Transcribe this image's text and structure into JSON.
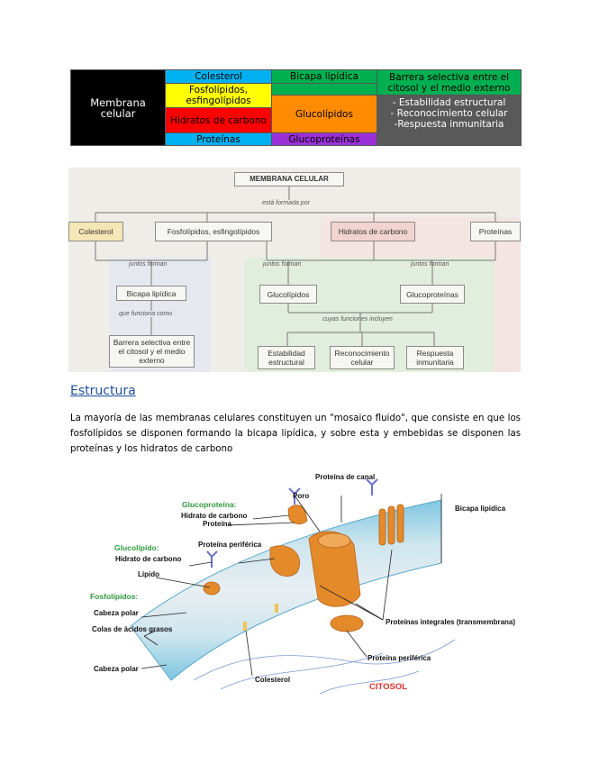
{
  "table": {
    "membrane_label": "Membrana celular",
    "components": {
      "colesterol": "Colesterol",
      "fosfolipidos": "Fosfolípidos, esfingolípidos",
      "hidratos": "Hidratos de carbono",
      "proteinas": "Proteínas"
    },
    "formed": {
      "bicapa": "Bicapa lipídica",
      "glucolipidos": "Glucolípidos",
      "glucoproteinas": "Glucoproteínas"
    },
    "functions": {
      "barrera": "Barrera selectiva entre el citosol y el medio externo",
      "list": "- Estabilidad estructural\n- Reconocimiento celular\n-Respuesta inmunitaria"
    },
    "colors": {
      "black": "#000000",
      "cyan": "#00b0f0",
      "yellow": "#ffff00",
      "red": "#ff0000",
      "green": "#00b050",
      "orange": "#ff8c00",
      "purple": "#9b30d9",
      "gray": "#595959"
    }
  },
  "concept_map": {
    "root": "MEMBRANA CELULAR",
    "formed_by": "está formada por",
    "components": [
      "Colesterol",
      "Fosfolípidos, esfingolípidos",
      "Hidratos de carbono",
      "Proteínas"
    ],
    "together_form": "juntos forman",
    "bicapa": "Bicapa lipídica",
    "functions_as": "que funciona como",
    "barrera": "Barrera selectiva entre el citosol y el medio externo",
    "glucolipidos": "Glucolípidos",
    "glucoproteinas": "Glucoproteínas",
    "functions_include": "cuyas funciones incluyen",
    "functions": [
      "Estabilidad estructural",
      "Reconocimiento celular",
      "Respuesta inmunitaria"
    ]
  },
  "section": {
    "heading": "Estructura",
    "paragraph": "La mayoría de las membranas celulares constituyen un \"mosaico fluido\", que consiste en que los fosfolípidos se disponen formando la bicapa lipídica, y sobre esta y embebidas se disponen las proteínas y los hidratos de carbono"
  },
  "diagram": {
    "glucoproteina_head": "Glucoproteína:",
    "hidrato1": "Hidrato de carbono",
    "proteina": "Proteína",
    "glucolipido_head": "Glucolípido:",
    "hidrato2": "Hidrato de carbono",
    "lipido": "Lípido",
    "proteina_periferica_top": "Proteína periférica",
    "poro": "Poro",
    "proteina_canal": "Proteína de canal",
    "bicapa": "Bicapa lipídica",
    "fosfolipidos_head": "Fosfolípidos:",
    "cabeza_polar_1": "Cabeza polar",
    "colas": "Colas de ácidos grasos",
    "cabeza_polar_2": "Cabeza polar",
    "integrales": "Proteínas integrales (transmembrana)",
    "periferica_bottom": "Proteína periférica",
    "colesterol": "Colesterol",
    "citosol": "CITOSOL"
  }
}
